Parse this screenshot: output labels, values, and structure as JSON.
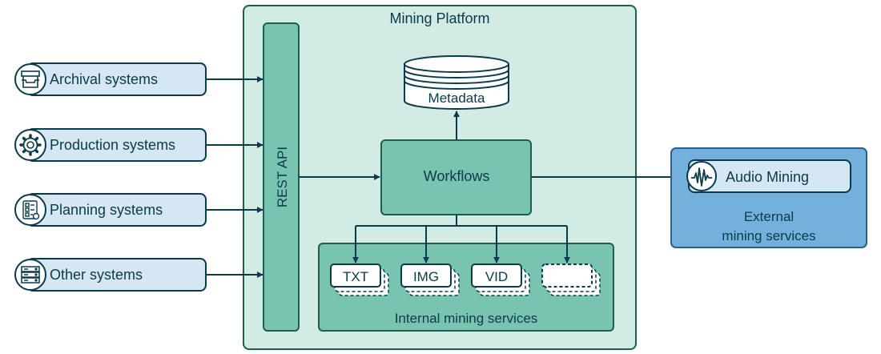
{
  "platform": {
    "title": "Mining Platform"
  },
  "rest_api": {
    "label": "REST API"
  },
  "metadata": {
    "label": "Metadata"
  },
  "workflows": {
    "label": "Workflows"
  },
  "internal": {
    "label": "Internal mining services",
    "services": [
      {
        "label": "TXT"
      },
      {
        "label": "IMG"
      },
      {
        "label": "VID"
      },
      {
        "label": ""
      }
    ]
  },
  "external": {
    "label_line1": "External",
    "label_line2": "mining services",
    "audio": {
      "label": "Audio Mining",
      "icon": "waveform-icon"
    }
  },
  "sources": [
    {
      "label": "Archival systems",
      "icon": "archive-drawer-icon"
    },
    {
      "label": "Production systems",
      "icon": "gear-icon"
    },
    {
      "label": "Planning systems",
      "icon": "checklist-icon"
    },
    {
      "label": "Other systems",
      "icon": "server-rack-icon"
    }
  ],
  "colors": {
    "platform_fill": "#d2ebe4",
    "green": "#79c4b0",
    "dark_green": "#1e5e4b",
    "source_fill": "#d4e7f2",
    "navy": "#0b3a4a",
    "external_fill": "#74b0dc",
    "external_border": "#2a5f88"
  }
}
